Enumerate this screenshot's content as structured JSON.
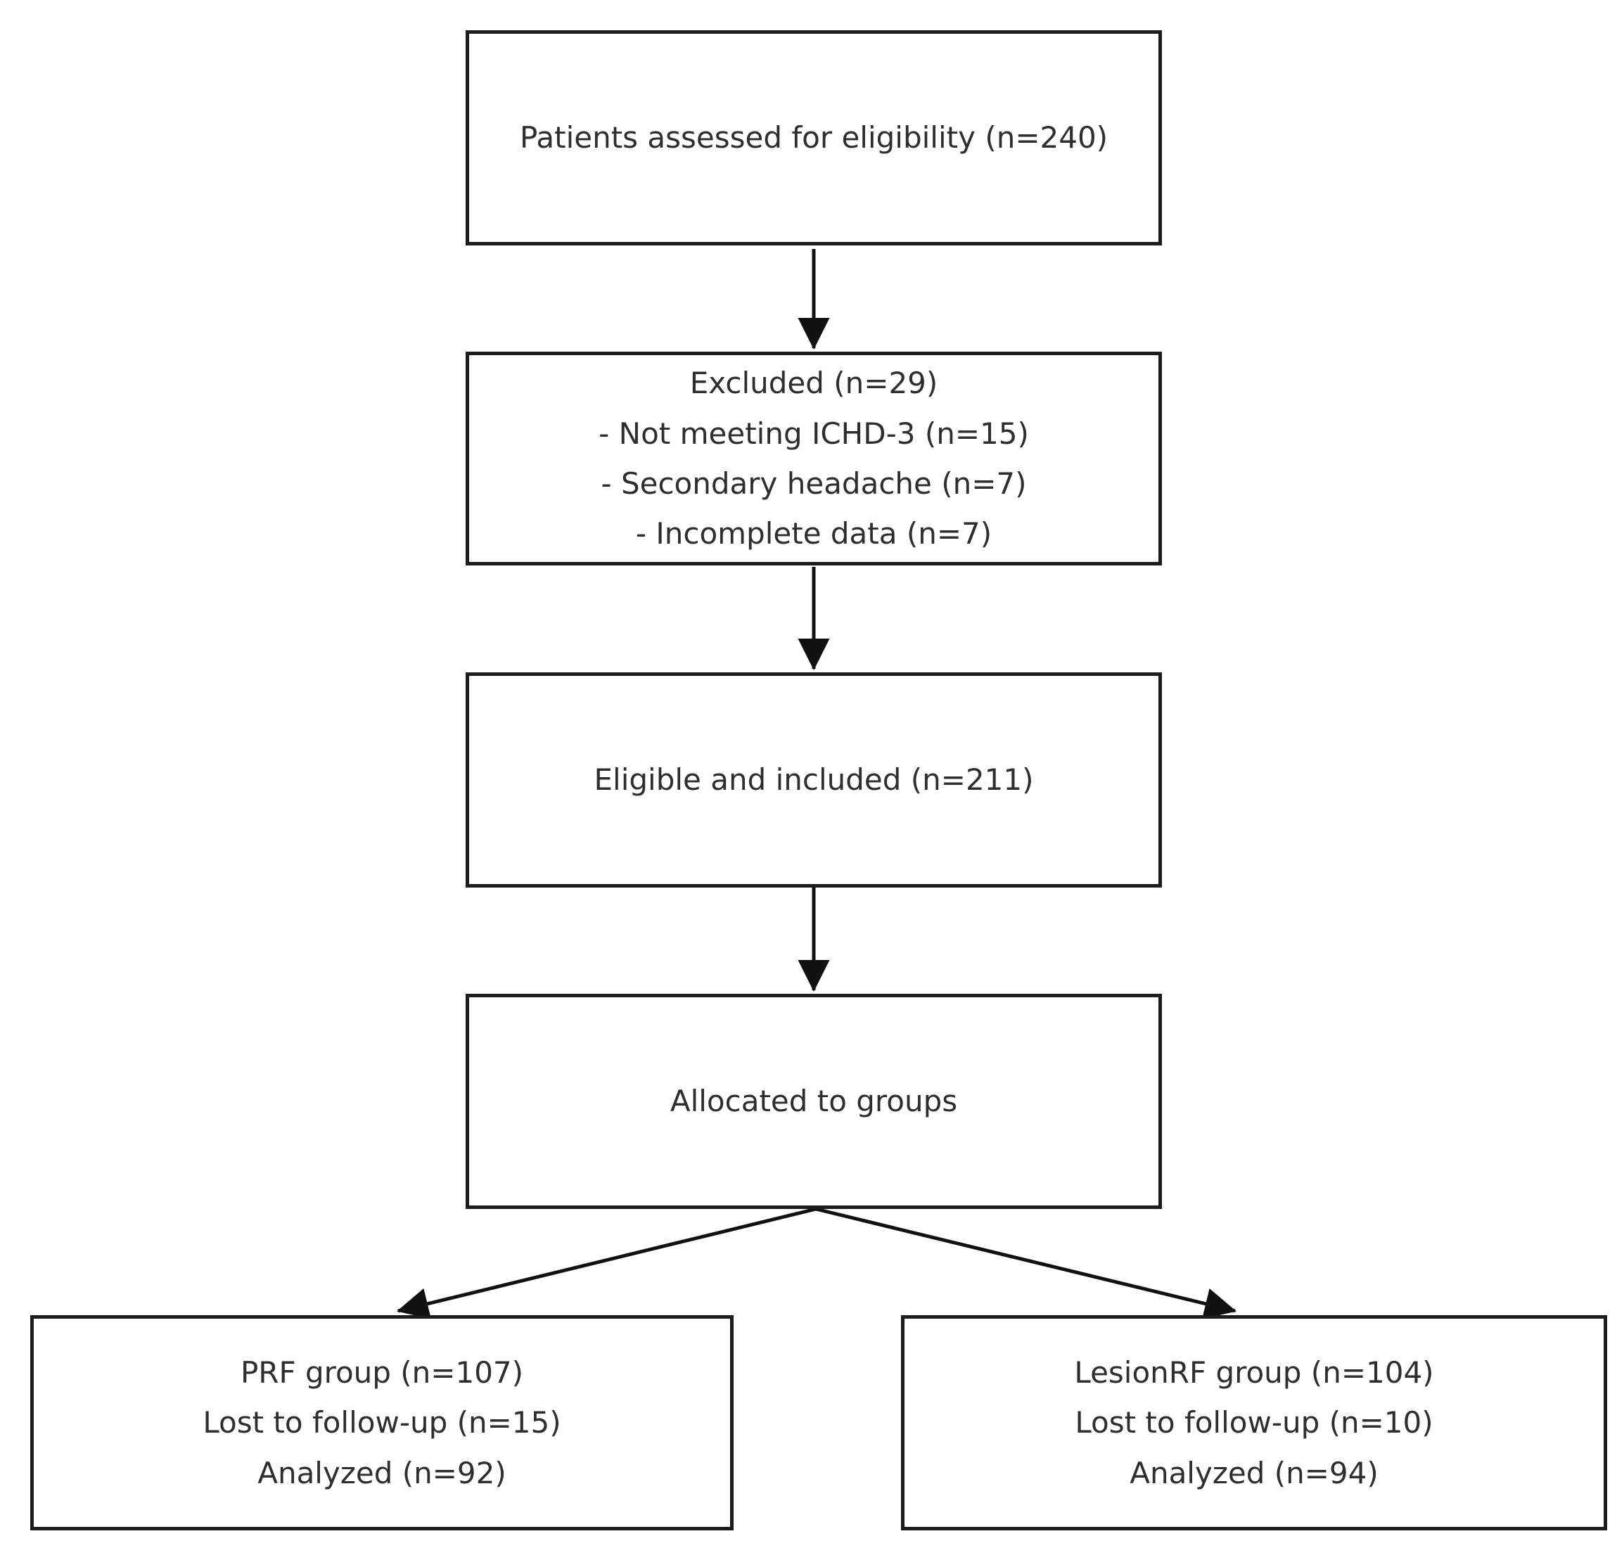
{
  "figure": {
    "type": "consort-flow-diagram",
    "colors": {
      "background": "#ffffff",
      "box_border": "#1c1c1c",
      "text": "#2e2e2e",
      "arrow": "#111111"
    },
    "boxes": [
      {
        "name": "assessed",
        "lines": [
          "Patients assessed for eligibility (n=240)"
        ]
      },
      {
        "name": "excluded",
        "lines": [
          "Excluded (n=29)",
          "- Not meeting ICHD-3 (n=15)",
          "- Secondary headache (n=7)",
          "- Incomplete data (n=7)"
        ]
      },
      {
        "name": "eligible",
        "lines": [
          "Eligible and included (n=211)"
        ]
      },
      {
        "name": "allocated",
        "lines": [
          "Allocated to groups"
        ]
      },
      {
        "name": "prf-group",
        "lines": [
          "PRF group (n=107)",
          "Lost to follow-up (n=15)",
          "Analyzed (n=92)"
        ]
      },
      {
        "name": "lesionrf-group",
        "lines": [
          "LesionRF group (n=104)",
          "Lost to follow-up (n=10)",
          "Analyzed (n=94)"
        ]
      }
    ]
  }
}
